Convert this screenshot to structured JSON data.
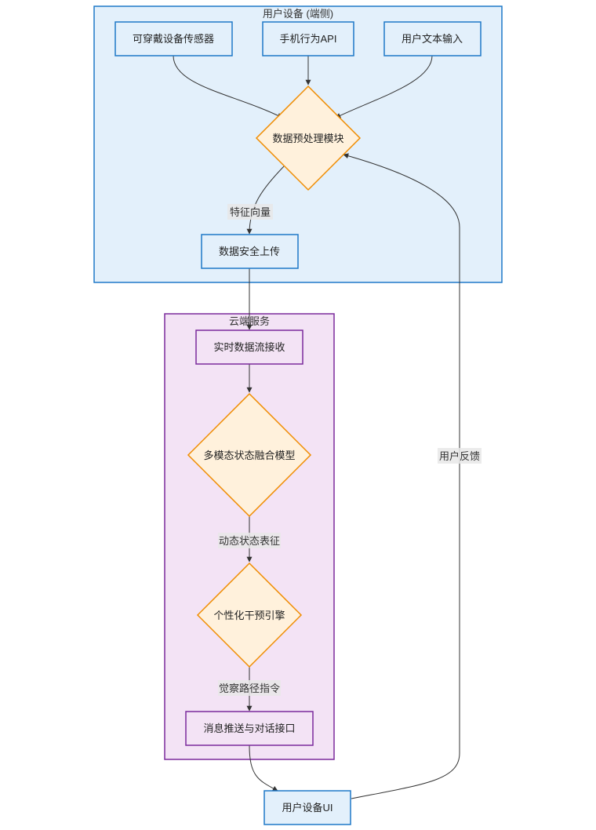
{
  "colors": {
    "device_cluster_fill": "#e3f0fb",
    "device_cluster_stroke": "#1e78c8",
    "cloud_cluster_fill": "#f3e3f5",
    "cloud_cluster_stroke": "#7b2a9c",
    "blue_node_fill": "#e3f0fb",
    "blue_node_stroke": "#1e78c8",
    "purple_node_fill": "#f3e3f5",
    "purple_node_stroke": "#7b2a9c",
    "decision_fill": "#fff1dc",
    "decision_stroke": "#f08c00"
  },
  "clusters": {
    "device": "用户设备 (端侧)",
    "cloud": "云端服务"
  },
  "nodes": {
    "wearable": "可穿戴设备传感器",
    "phone_api": "手机行为API",
    "text_input": "用户文本输入",
    "preprocess": "数据预处理模块",
    "secure_upload": "数据安全上传",
    "stream_receive": "实时数据流接收",
    "fusion_model": "多模态状态融合模型",
    "intervention_engine": "个性化干预引擎",
    "push_interface": "消息推送与对话接口",
    "device_ui": "用户设备UI"
  },
  "edges": {
    "feature_vector": "特征向量",
    "dynamic_state": "动态状态表征",
    "awareness_path": "觉察路径指令",
    "user_feedback": "用户反馈"
  }
}
